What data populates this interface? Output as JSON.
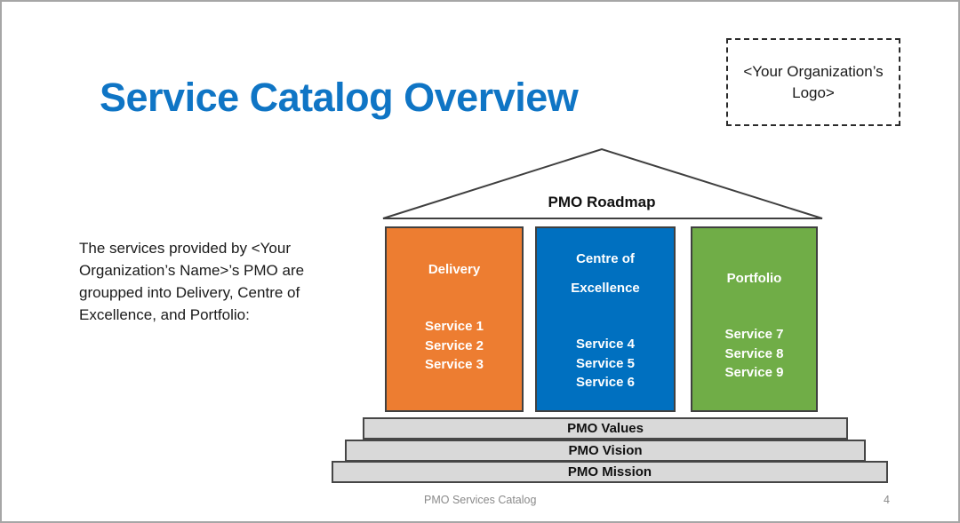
{
  "slide": {
    "title": "Service Catalog Overview",
    "logo_text": "<Your Organization’s\nLogo>",
    "intro_text": "The services provided by <Your\nOrganization’s Name>’s PMO are\ngroupped into Delivery, Centre of\nExcellence, and Portfolio:",
    "footer": {
      "label": "PMO Services Catalog",
      "page_number": "4"
    }
  },
  "diagram": {
    "roof_label": "PMO Roadmap",
    "pillars": [
      {
        "title_lines": [
          "Delivery"
        ],
        "services": [
          "Service 1",
          "Service 2",
          "Service 3"
        ],
        "color": "#ED7D31"
      },
      {
        "title_lines": [
          "Centre of",
          "Excellence"
        ],
        "services": [
          "Service 4",
          "Service 5",
          "Service 6"
        ],
        "color": "#0070C0"
      },
      {
        "title_lines": [
          "Portfolio"
        ],
        "services": [
          "Service 7",
          "Service 8",
          "Service 9"
        ],
        "color": "#70AD47"
      }
    ],
    "steps": [
      "PMO Values",
      "PMO Vision",
      "PMO Mission"
    ],
    "colors": {
      "title_text": "#0F75C5",
      "pillar_delivery": "#ED7D31",
      "pillar_centre_of_excellence": "#0070C0",
      "pillar_portfolio": "#70AD47",
      "step_fill": "#D9D9D9",
      "shape_outline": "#404040",
      "footer_text": "#8A8A8A"
    }
  }
}
